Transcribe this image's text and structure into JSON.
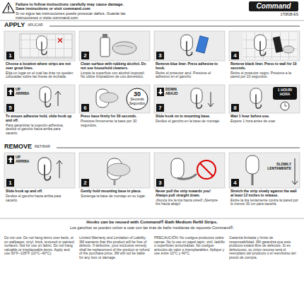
{
  "diagram": {
    "nodes": [
      {
        "text": [
          "1",
          "Choose a location where strips are not over grout lines.",
          "Elija un lugar en el cual las tiras no queden colocadas sobre las líneas de lechada."
        ]
      },
      {
        "text": [
          "2",
          "Clean surface with rubbing alcohol. Do not use household cleaners.",
          "Limpie la superficie con alcohol isopropil. No utilice limpiadores de uso doméstico."
        ]
      },
      {
        "text": [
          "3",
          "Remove blue liner. Press adhesive to hook.",
          "Retire el protector azul. Presione el adhesivo en el gancho."
        ]
      },
      {
        "text": [
          "4",
          "Remove black liner. Press to wall for 10 seconds.",
          "Retire el protector negro. Presione a la pared por 10 segundos."
        ]
      },
      {
        "text": [
          "5",
          "To ensure adhesive hold, slide hook up and off.",
          "Para garantizar la sujeción adhesiva, deslice el gancho hacia arriba para sacarlo.",
          "UP ARRIBA"
        ]
      },
      {
        "text": [
          "6",
          "Press base firmly for 30 seconds.",
          "Presione firmemente la base por 30 segundos.",
          "30",
          "Seconds Segundos"
        ]
      },
      {
        "text": [
          "7",
          "Slide hook on to mounting base.",
          "Deslice el gancho en la base de montaje.",
          "DOWN ABAJO"
        ]
      },
      {
        "text": [
          "8",
          "Wait 1 hour before use.",
          "Espere 1 hora antes de usar.",
          "1 HOUR/ HORA"
        ]
      },
      {
        "text": [
          "1",
          "Slide hook up and off.",
          "Deslice el gancho hacia arriba para sacarlo.",
          "UP ARRIBA"
        ]
      },
      {
        "text": [
          "2",
          "Gently hold mounting base in place.",
          "Sostenga la base de montaje en su lugar."
        ]
      },
      {
        "text": [
          "3",
          "Never pull the strip towards you! Always pull straight down.",
          "¡Nunca tire la tira hacia usted! ¡Siempre tire hacia abajo!"
        ]
      },
      {
        "text": [
          "4",
          "Stretch the strip slowly against the wall at least 12 inches to release.",
          "Estire la tira lentamente contra la pared por lo menos 30 cm para sacarla.",
          "SLOWLY LENTAMENTE"
        ]
      }
    ],
    "labels": [
      "Failure to follow instructions carefully may cause damage. Save instructions or visit command.com",
      "Si no sigue las instrucciones puede provocar daños. Guarde las instrucciones o visite command.com",
      "Command",
      "17081B-ES",
      "APPLY",
      "APLICAR",
      "REMOVE",
      "RETIRAR",
      "Hooks can be reused with Command® Bath Medium Refill Strips.",
      "Los ganchos se pueden volver a usar con las tiras de baño medianas de repuesto Command®.",
      "Do not use: Do not hang items over beds, or on wallpaper, vinyl, brick, textured or painted surfaces. Not for use on fabric. Do not hang valuable or irreplaceable items. Apply and use 50°F–105°F (10°C–40°C).",
      "Limited Warranty and Limitation of Liability: 3M warrants that this product will be free of defects. If defective, your exclusive remedy shall be replacement of the product or refund of the purchase price. 3M will not be liable for any loss or damage.",
      "PRECAUCIÓN: No cuelgue productos sobre camas. No lo use en papel tapiz, vinil, ladrillo o superficies texturizadas. No cuelgue artículos de valor o irremplazables. Aplique y use entre 10°C y 40°C.",
      "Garantía limitada y límite de responsabilidad: 3M garantiza que este producto estará libre de defectos. Si es defectuoso, su único recurso será el reemplazo del producto o el reembolso del precio de compra."
    ]
  }
}
